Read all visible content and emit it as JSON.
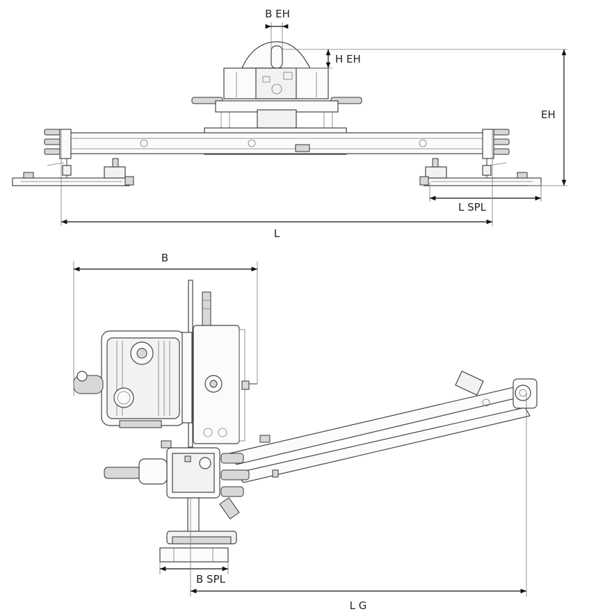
{
  "dimensions": {
    "b_eh": "B EH",
    "h_eh": "H EH",
    "eh": "EH",
    "l_spl": "L SPL",
    "l": "L",
    "b": "B",
    "b_spl": "B SPL",
    "l_g": "L G"
  }
}
